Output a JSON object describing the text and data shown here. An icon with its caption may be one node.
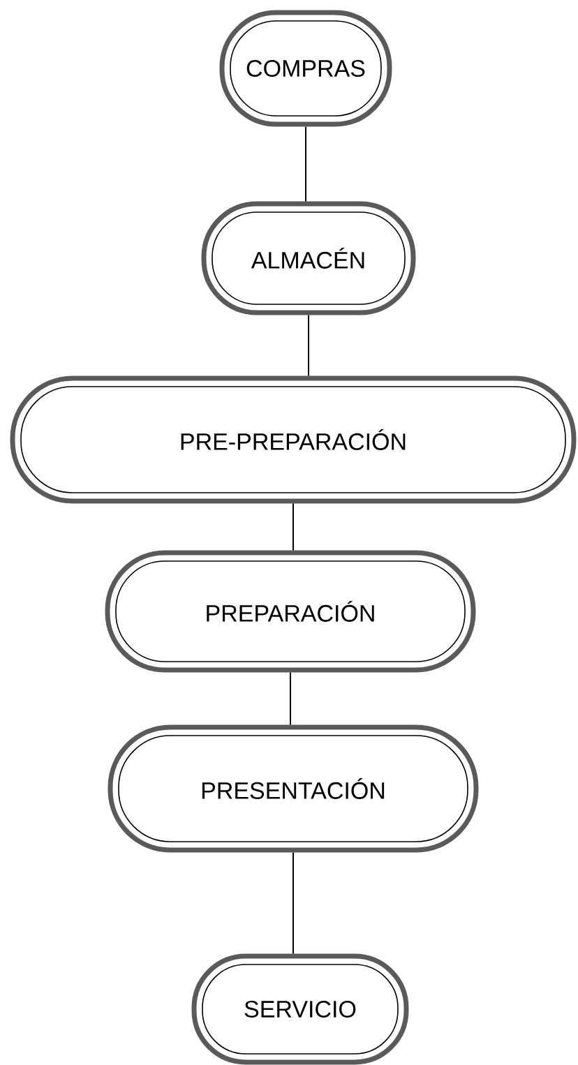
{
  "diagram": {
    "nodes": [
      {
        "text": [
          "COMPRAS"
        ]
      },
      {
        "text": [
          "ALMACÉN"
        ]
      },
      {
        "text": [
          "PRE-PREPARACIÓN"
        ]
      },
      {
        "text": [
          "PREPARACIÓN"
        ]
      },
      {
        "text": [
          "PRESENTACIÓN"
        ]
      },
      {
        "text": [
          "SERVICIO"
        ]
      }
    ],
    "edges": [
      {
        "from": 0,
        "to": 1,
        "arrow": "none"
      },
      {
        "from": 1,
        "to": 2,
        "arrow": "none"
      },
      {
        "from": 2,
        "to": 3,
        "arrow": "none"
      },
      {
        "from": 3,
        "to": 4,
        "arrow": "none"
      },
      {
        "from": 4,
        "to": 5,
        "arrow": "none"
      }
    ]
  }
}
